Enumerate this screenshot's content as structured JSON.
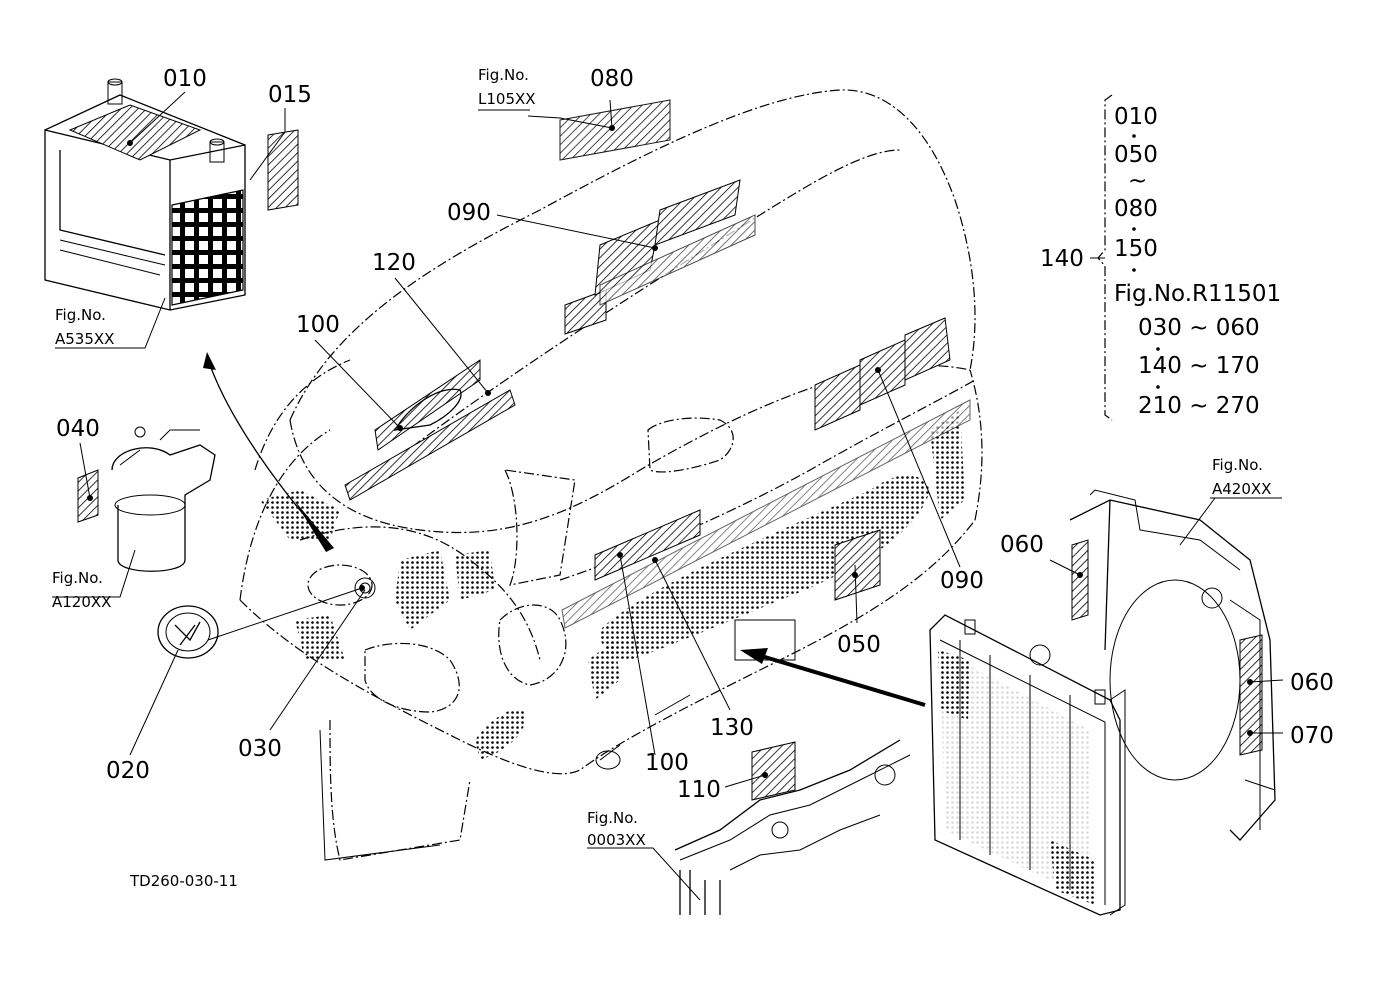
{
  "diagram": {
    "part_labels": {
      "p010": "010",
      "p015": "015",
      "p020": "020",
      "p030": "030",
      "p040": "040",
      "p050": "050",
      "p060a": "060",
      "p060b": "060",
      "p070": "070",
      "p080": "080",
      "p090a": "090",
      "p090b": "090",
      "p100a": "100",
      "p100b": "100",
      "p110": "110",
      "p120": "120",
      "p130": "130",
      "p140": "140"
    },
    "fig_refs": {
      "l105": {
        "top": "Fig.No.",
        "bottom": "L105XX"
      },
      "a535": {
        "top": "Fig.No.",
        "bottom": "A535XX"
      },
      "a120": {
        "top": "Fig.No.",
        "bottom": "A120XX"
      },
      "a420": {
        "top": "Fig.No.",
        "bottom": "A420XX"
      },
      "f0003": {
        "top": "Fig.No.",
        "bottom": "0003XX"
      }
    },
    "set_list": {
      "l1": "010",
      "l2": "050",
      "l3": "~",
      "l4": "080",
      "l5": "150",
      "l6": "Fig.No.R11501",
      "l7": "030 ~ 060",
      "l8": "140 ~ 170",
      "l9": "210 ~ 270"
    },
    "drawing_code": "TD260-030-11"
  }
}
